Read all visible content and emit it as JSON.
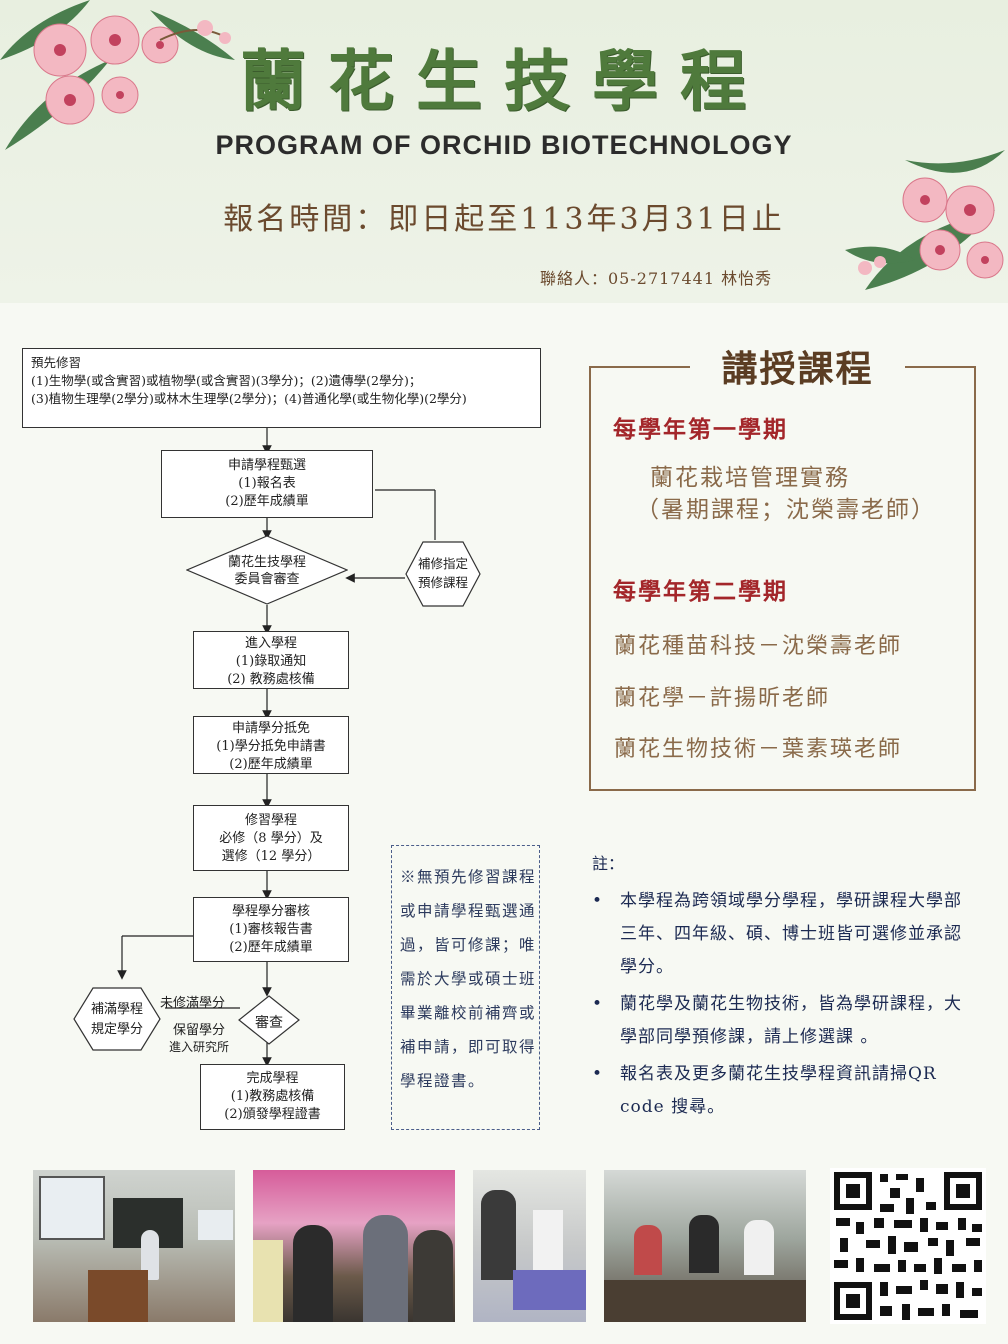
{
  "header": {
    "title": "蘭花生技學程",
    "subtitle": "PROGRAM OF ORCHID BIOTECHNOLOGY",
    "registration": "報名時間：即日起至113年3月31日止",
    "contact": "聯絡人：05-2717441 林怡秀"
  },
  "flowchart": {
    "prereq": {
      "title": "預先修習",
      "line1": "(1)生物學(或含實習)或植物學(或含實習)(3學分)；(2)遺傳學(2學分)；",
      "line2": "(3)植物生理學(2學分)或林木生理學(2學分)；(4)普通化學(或生物化學)(2學分)"
    },
    "apply": {
      "title": "申請學程甄選",
      "l1": "(1)報名表",
      "l2": "(2)歷年成績單"
    },
    "review": {
      "l1": "蘭花生技學程",
      "l2": "委員會審查"
    },
    "makeup": {
      "l1": "補修指定",
      "l2": "預修課程"
    },
    "enter": {
      "title": "進入學程",
      "l1": "(1)錄取通知",
      "l2": "(2) 教務處核備"
    },
    "waiver": {
      "title": "申請學分抵免",
      "l1": "(1)學分抵免申請書",
      "l2": "(2)歷年成績單"
    },
    "study": {
      "title": "修習學程",
      "l1": "必修（8 學分）及",
      "l2": "選修（12 學分）"
    },
    "audit": {
      "title": "學程學分審核",
      "l1": "(1)審核報告書",
      "l2": "(2)歷年成績單"
    },
    "check": "審查",
    "fill": {
      "l1": "補滿學程",
      "l2": "規定學分"
    },
    "not_enough": "未修滿學分",
    "retain": {
      "l1": "保留學分",
      "l2": "進入研究所"
    },
    "complete": {
      "title": "完成學程",
      "l1": "(1)教務處核備",
      "l2": "(2)頒發學程證書"
    }
  },
  "courses": {
    "heading": "講授課程",
    "sem1": "每學年第一學期",
    "sem1_course": "蘭花栽培管理實務",
    "sem1_note": "（暑期課程；沈榮壽老師）",
    "sem2": "每學年第二學期",
    "sem2_courses": [
      "蘭花種苗科技－沈榮壽老師",
      "蘭花學－許揚昕老師",
      "蘭花生物技術－葉素瑛老師"
    ]
  },
  "side_note": "※無預先修習課程或申請學程甄選通過，皆可修課；唯需於大學或碩士班畢業離校前補齊或補申請，即可取得學程證書。",
  "notes": {
    "label": "註：",
    "items": [
      "本學程為跨領域學分學程，學研課程大學部三年、四年級、碩、博士班皆可選修並承認學分。",
      "蘭花學及蘭花生物技術，皆為學研課程，大學部同學預修課，請上修選課 。",
      "報名表及更多蘭花生技學程資訊請掃QR code 搜尋。"
    ]
  }
}
